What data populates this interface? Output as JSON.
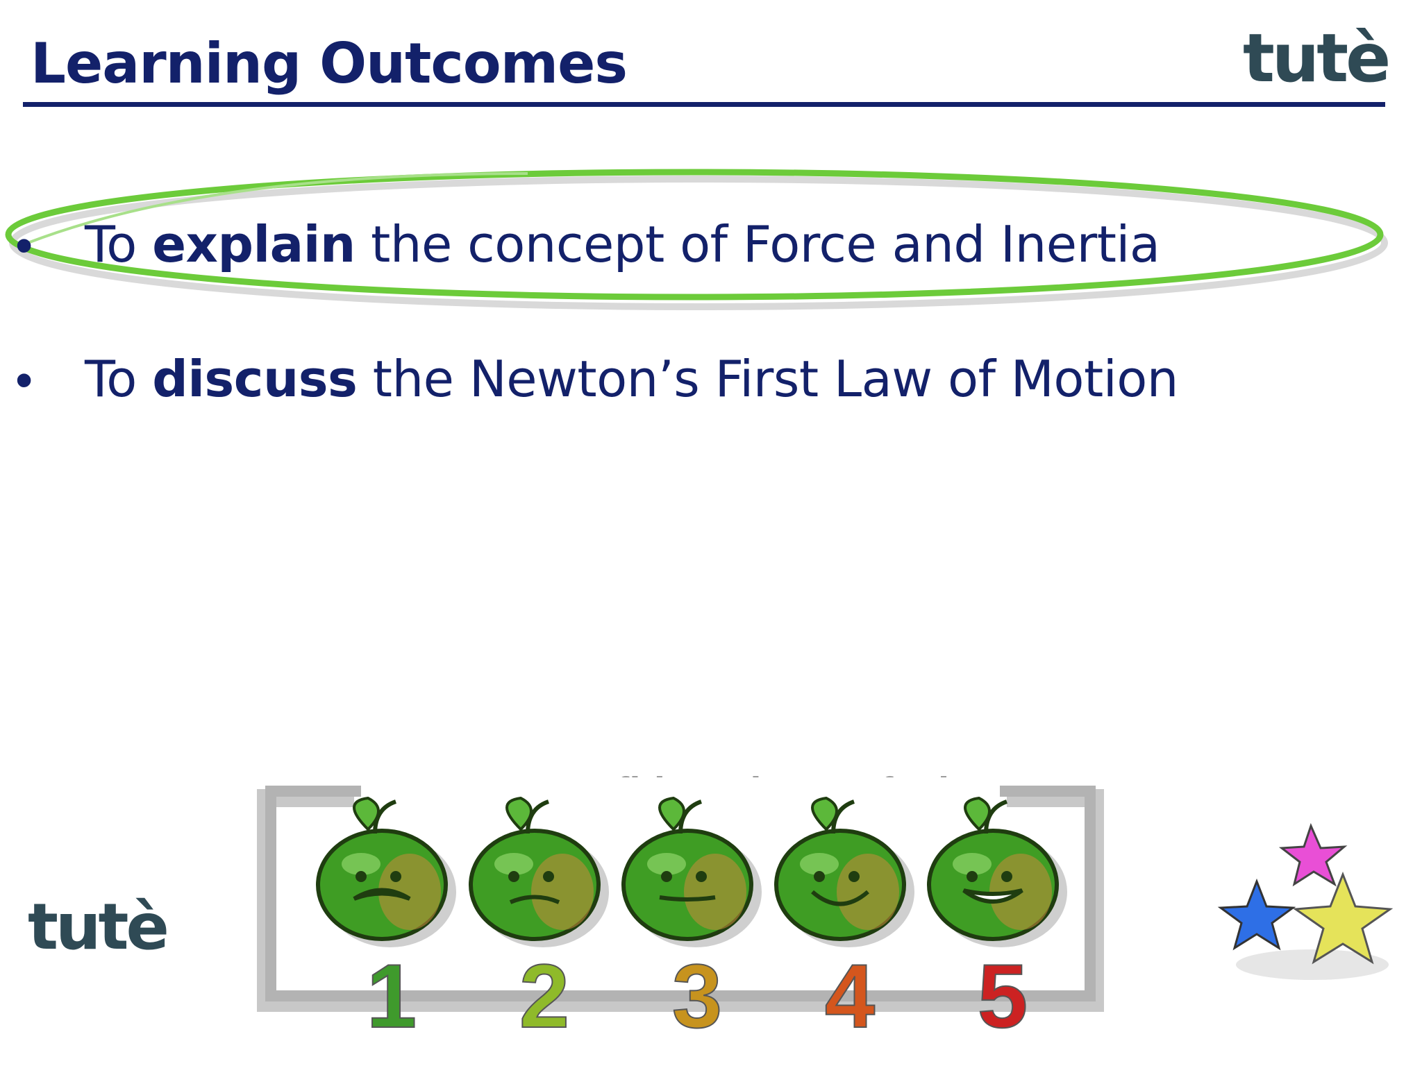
{
  "slide": {
    "title": "Learning Outcomes",
    "logo_text": "tutè"
  },
  "outcomes": [
    {
      "bullet": "•",
      "prefix": "To ",
      "verb": "explain",
      "rest": " the concept of Force and Inertia",
      "highlighted": true
    },
    {
      "bullet": "•",
      "prefix": "To ",
      "verb": "discuss",
      "rest": " the Newton’s First Law of Motion",
      "highlighted": false
    }
  ],
  "confidence": {
    "question": "How confident do you feel?",
    "levels": [
      {
        "number": "1",
        "mood": "crying",
        "color": "#3f9a2c"
      },
      {
        "number": "2",
        "mood": "sad",
        "color": "#8fba2a"
      },
      {
        "number": "3",
        "mood": "neutral",
        "color": "#c7931e"
      },
      {
        "number": "4",
        "mood": "happy",
        "color": "#d4561d"
      },
      {
        "number": "5",
        "mood": "laughing",
        "color": "#cc2222"
      }
    ]
  },
  "colors": {
    "navy": "#13216a",
    "highlight_green": "#6ccb3a",
    "logo": "#2f4a55"
  },
  "decor": {
    "stars": [
      "#e94fd6",
      "#2e6fe6",
      "#e5e35a"
    ]
  }
}
